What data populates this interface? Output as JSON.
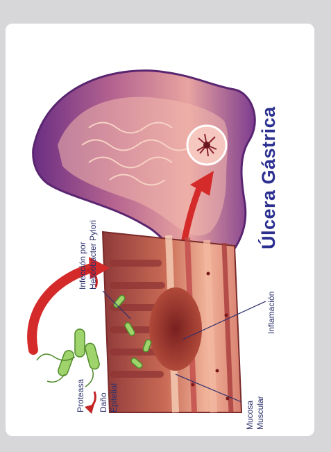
{
  "title": "Úlcera Gástrica",
  "labels": {
    "infeccion_line1": "Infección por",
    "infeccion_line2": "Helicobacter Pylori",
    "inflamacion": "Inflamación",
    "mucosa": "Mucosa",
    "muscular": "Muscular",
    "proteasa": "Proteasa",
    "dano_line1": "Daño",
    "dano_line2": "Epitelial"
  },
  "colors": {
    "background": "#d7d7d9",
    "card": "#ffffff",
    "title": "#2b2f8f",
    "label": "#2b2f6b",
    "stomach_outer": "#7a3d8c",
    "stomach_inner": "#e9a8a8",
    "arrow": "#d42a2a",
    "bacteria": "#7ec24a",
    "tissue": "#c8624d"
  }
}
